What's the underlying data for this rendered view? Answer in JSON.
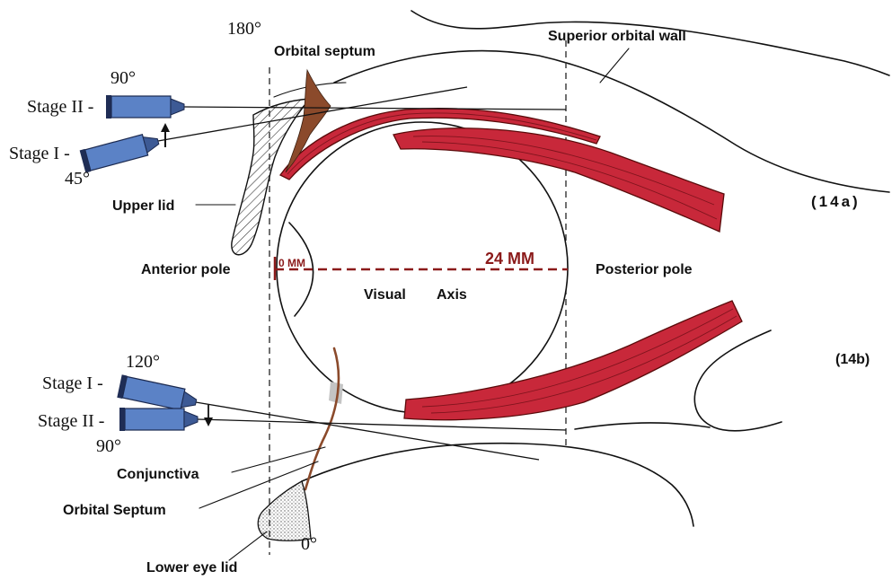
{
  "figure": {
    "panel_a": "(14a)",
    "panel_b": "(14b)"
  },
  "angles": {
    "top_180": "180°",
    "top_90": "90°",
    "top_45": "45°",
    "bottom_120": "120°",
    "bottom_90": "90°",
    "bottom_0": "0°"
  },
  "needles": {
    "upper_stage_ii": "Stage II -",
    "upper_stage_i": "Stage I -",
    "lower_stage_i": "Stage I -",
    "lower_stage_ii": "Stage II -"
  },
  "anatomy": {
    "orbital_septum_upper": "Orbital septum",
    "superior_orbital_wall": "Superior orbital wall",
    "upper_lid": "Upper lid",
    "anterior_pole": "Anterior pole",
    "posterior_pole": "Posterior pole",
    "visual": "Visual",
    "axis": "Axis",
    "conjunctiva": "Conjunctiva",
    "orbital_septum_lower": "Orbital Septum",
    "lower_eye_lid": "Lower eye lid"
  },
  "measurements": {
    "start": "0 MM",
    "axial_length": "24 MM"
  },
  "colors": {
    "muscle": "#c8283a",
    "septum": "#8b4a2b",
    "axis_line": "#8b1a1a",
    "syringe": "#5b82c6"
  }
}
